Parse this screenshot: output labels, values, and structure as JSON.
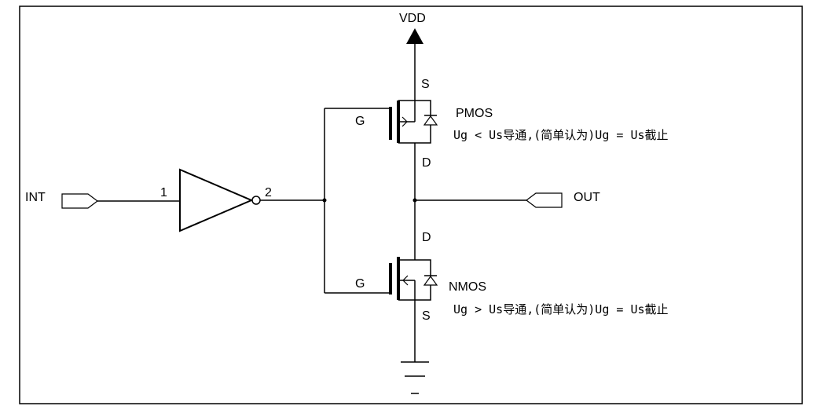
{
  "diagram": {
    "supply_label": "VDD",
    "input_port_label": "INT",
    "output_port_label": "OUT",
    "inverter": {
      "pin_in": "1",
      "pin_out": "2"
    },
    "pmos": {
      "name": "PMOS",
      "gate_label": "G",
      "source_label": "S",
      "drain_label": "D",
      "note": "Ug < Us导通,(简单认为)Ug = Us截止"
    },
    "nmos": {
      "name": "NMOS",
      "gate_label": "G",
      "source_label": "S",
      "drain_label": "D",
      "note": "Ug > Us导通,(简单认为)Ug = Us截止"
    }
  }
}
